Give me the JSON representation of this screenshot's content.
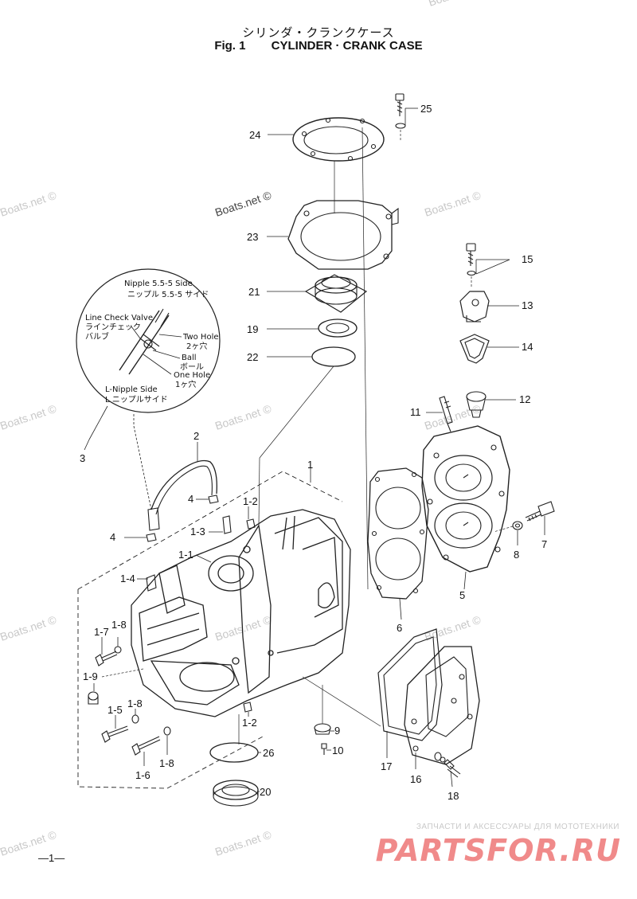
{
  "header": {
    "title_jp": "シリンダ・クランクケース",
    "fig": "Fig. 1",
    "title_en": "CYLINDER · CRANK CASE"
  },
  "detail": {
    "nipple_top_en": "Nipple 5.5-5 Side",
    "nipple_top_jp": "ニップル 5.5-5 サイド",
    "check_valve_en": "Line Check Valve",
    "check_valve_jp1": "ラインチェック",
    "check_valve_jp2": "バルブ",
    "two_hole_en": "Two Hole",
    "two_hole_jp": "2ヶ穴",
    "ball_en": "Ball",
    "ball_jp": "ボール",
    "one_hole_en": "One Hole",
    "one_hole_jp": "1ヶ穴",
    "l_nipple_en": "L-Nipple Side",
    "l_nipple_jp": "L ニップルサイド"
  },
  "callouts": {
    "p1": "1",
    "p1_1": "1-1",
    "p1_2a": "1-2",
    "p1_2b": "1-2",
    "p1_3": "1-3",
    "p1_4": "1-4",
    "p1_5": "1-5",
    "p1_6": "1-6",
    "p1_7": "1-7",
    "p1_8a": "1-8",
    "p1_8b": "1-8",
    "p1_8c": "1-8",
    "p1_9": "1-9",
    "p2": "2",
    "p3": "3",
    "p4a": "4",
    "p4b": "4",
    "p5": "5",
    "p6": "6",
    "p7": "7",
    "p8": "8",
    "p9": "9",
    "p10": "10",
    "p11": "11",
    "p12": "12",
    "p13": "13",
    "p14": "14",
    "p15": "15",
    "p16": "16",
    "p17": "17",
    "p18": "18",
    "p19": "19",
    "p20": "20",
    "p21": "21",
    "p22": "22",
    "p23": "23",
    "p24": "24",
    "p25": "25",
    "p26": "26"
  },
  "watermark": "Boats.net ©",
  "footer": {
    "page": "—1—",
    "tagline": "ЗАПЧАСТИ И АКСЕССУАРЫ ДЛЯ МОТОТЕХНИКИ",
    "brand": "PARTSFOR.RU"
  }
}
